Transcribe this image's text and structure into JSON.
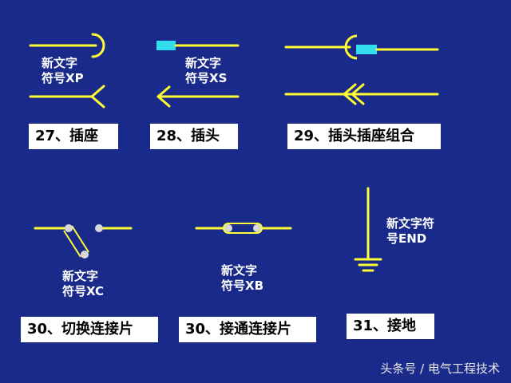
{
  "symbols": [
    {
      "caption": "27、插座",
      "note_line1": "新文字",
      "note_line2": "符号XP"
    },
    {
      "caption": "28、插头",
      "note_line1": "新文字",
      "note_line2": "符号XS"
    },
    {
      "caption": "29、插头插座组合"
    },
    {
      "caption": "30、切换连接片",
      "note_line1": "新文字",
      "note_line2": "符号XC"
    },
    {
      "caption": "30、接通连接片",
      "note_line1": "新文字",
      "note_line2": "符号XB"
    },
    {
      "caption": "31、接地",
      "note_line1": "新文字符",
      "note_line2": "号END"
    }
  ],
  "watermark": "头条号 / 电气工程技术",
  "colors": {
    "background": "#1a2a8a",
    "line": "#ffff33",
    "plug": "#33ddee",
    "contact": "#d8d8d8"
  }
}
